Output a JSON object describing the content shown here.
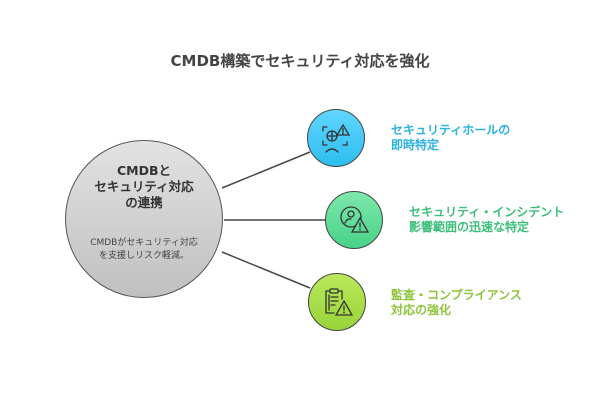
{
  "title": "CMDB構築でセキュリティ対応を強化",
  "center": {
    "title": "CMDBと\nセキュリティ対応\nの連携",
    "description": "CMDBがセキュリティ対応\nを支援しリスク軽減。"
  },
  "nodes": [
    {
      "label": "セキュリティホールの\n即時特定",
      "icon": "face-scan-warning-icon",
      "color": "#2bb7e6",
      "fill": "#44c8f5"
    },
    {
      "label": "セキュリティ・インシデント\n影響範囲の迅速な特定",
      "icon": "user-warning-icon",
      "color": "#3cc47d",
      "fill": "#5ddb96"
    },
    {
      "label": "監査・コンプライアンス\n対応の強化",
      "icon": "clipboard-warning-icon",
      "color": "#8cc832",
      "fill": "#a6dc43"
    }
  ]
}
